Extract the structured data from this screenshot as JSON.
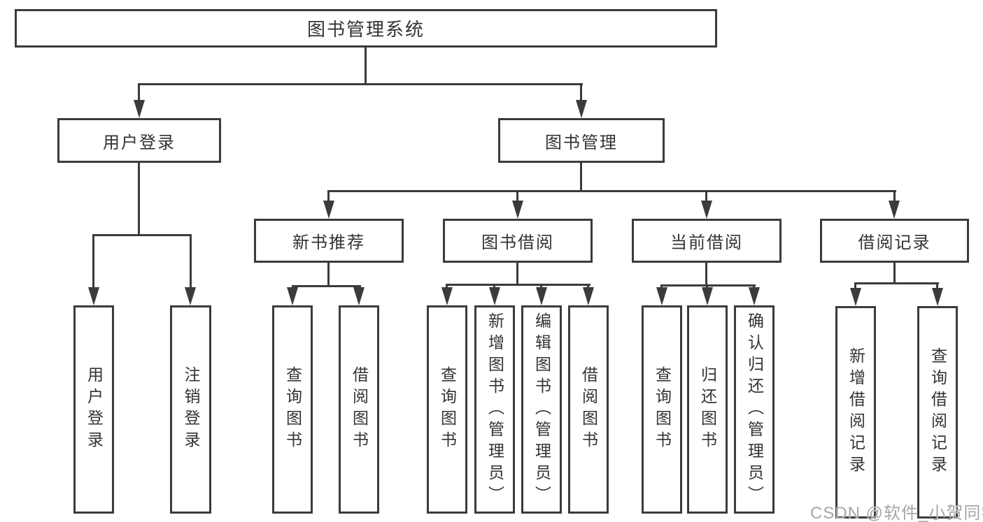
{
  "colors": {
    "line": "#3b3b3b",
    "text": "#333333",
    "background": "#ffffff",
    "watermark_text": "#a6a6a6"
  },
  "watermark": "CSDN @软件_小贺同学",
  "tree": {
    "label": "图书管理系统",
    "children": [
      {
        "label": "用户登录",
        "children": [
          {
            "label": "用户登录"
          },
          {
            "label": "注销登录"
          }
        ]
      },
      {
        "label": "图书管理",
        "children": [
          {
            "label": "新书推荐",
            "children": [
              {
                "label": "查询图书"
              },
              {
                "label": "借阅图书"
              }
            ]
          },
          {
            "label": "图书借阅",
            "children": [
              {
                "label": "查询图书"
              },
              {
                "label": "新增图书（管理员）"
              },
              {
                "label": "编辑图书（管理员）"
              },
              {
                "label": "借阅图书"
              }
            ]
          },
          {
            "label": "当前借阅",
            "children": [
              {
                "label": "查询图书"
              },
              {
                "label": "归还图书"
              },
              {
                "label": "确认归还（管理员）"
              }
            ]
          },
          {
            "label": "借阅记录",
            "children": [
              {
                "label": "新增借阅记录"
              },
              {
                "label": "查询借阅记录"
              }
            ]
          }
        ]
      }
    ]
  }
}
